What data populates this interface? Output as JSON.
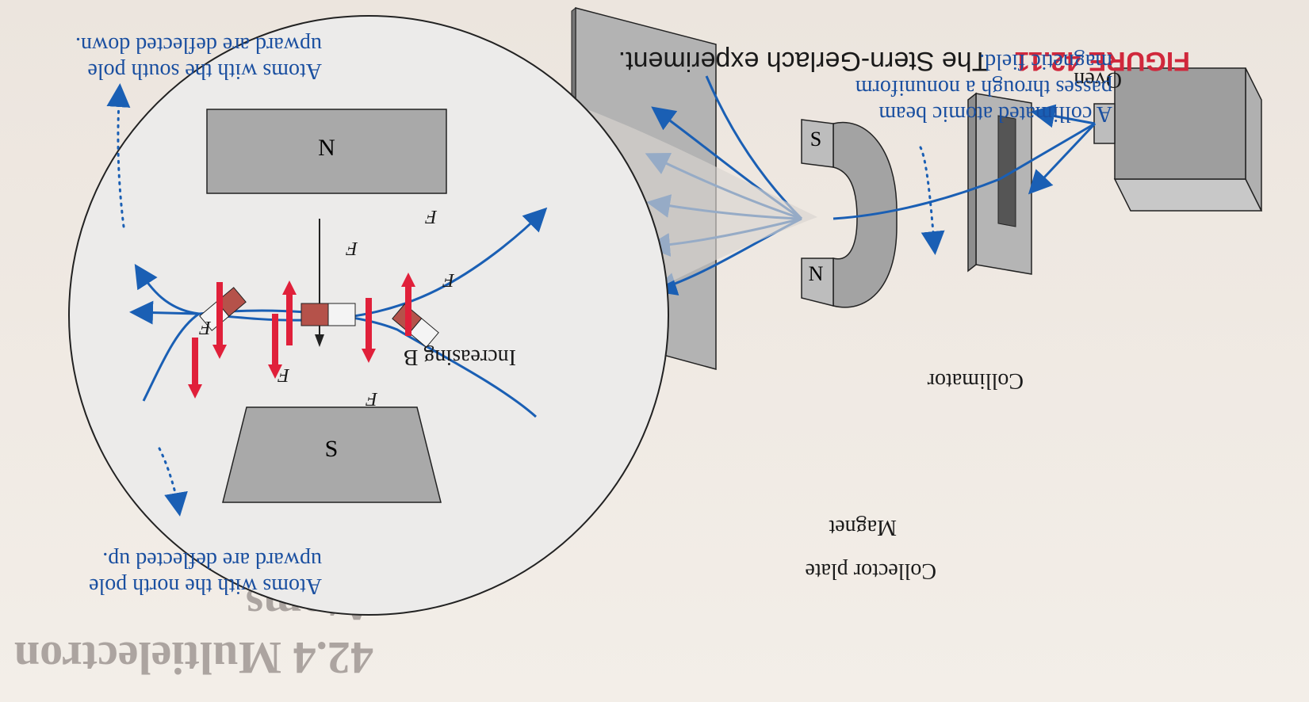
{
  "figure": {
    "number": "FIGURE 42.11",
    "caption": "The Stern-Gerlach experiment.",
    "number_color": "#d0283c"
  },
  "section_heading": "42.4 Multielectron Atoms",
  "labels": {
    "oven": "Oven",
    "collimator": "Collimator",
    "magnet": "Magnet",
    "collector_plate": "Collector plate",
    "increasing_b": "Increasing B",
    "beam_note_line1": "A collimated atomic beam",
    "beam_note_line2": "passes through a nonuniform",
    "beam_note_line3": "magnetic field.",
    "north_note_line1": "Atoms with the north pole",
    "north_note_line2": "upward are deflected up.",
    "south_note_line1": "Atoms with the south pole",
    "south_note_line2": "upward are deflected down."
  },
  "magnet_poles": {
    "north": "N",
    "south": "S"
  },
  "force_label": "F",
  "colors": {
    "beam": "#1a5fb4",
    "force_arrow": "#e0203a",
    "magnet_dipole": "#b5524a",
    "metal": "#a9a9a9",
    "annotation_text": "#1a4fa0"
  }
}
